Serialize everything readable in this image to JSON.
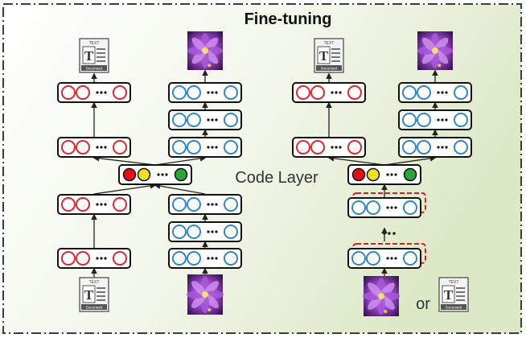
{
  "title": "Fine-tuning",
  "code_layer_label": "Code Layer",
  "or_label": "or",
  "document_icon": {
    "header": "TEXT",
    "glyph": "T",
    "footer": "Document"
  },
  "colors": {
    "text_modality": "#e0252e",
    "image_modality": "#2f86c8",
    "code_red": "#e3101b",
    "code_yellow": "#ece221",
    "code_green": "#2aa539",
    "border_dash": "#3c3c3c",
    "background_light": "#ffffff",
    "background_tint": "#dde8c9"
  },
  "icons": {
    "document": "text-document-icon",
    "image": "purple-flower-image-icon",
    "ellipsis": "dots"
  }
}
